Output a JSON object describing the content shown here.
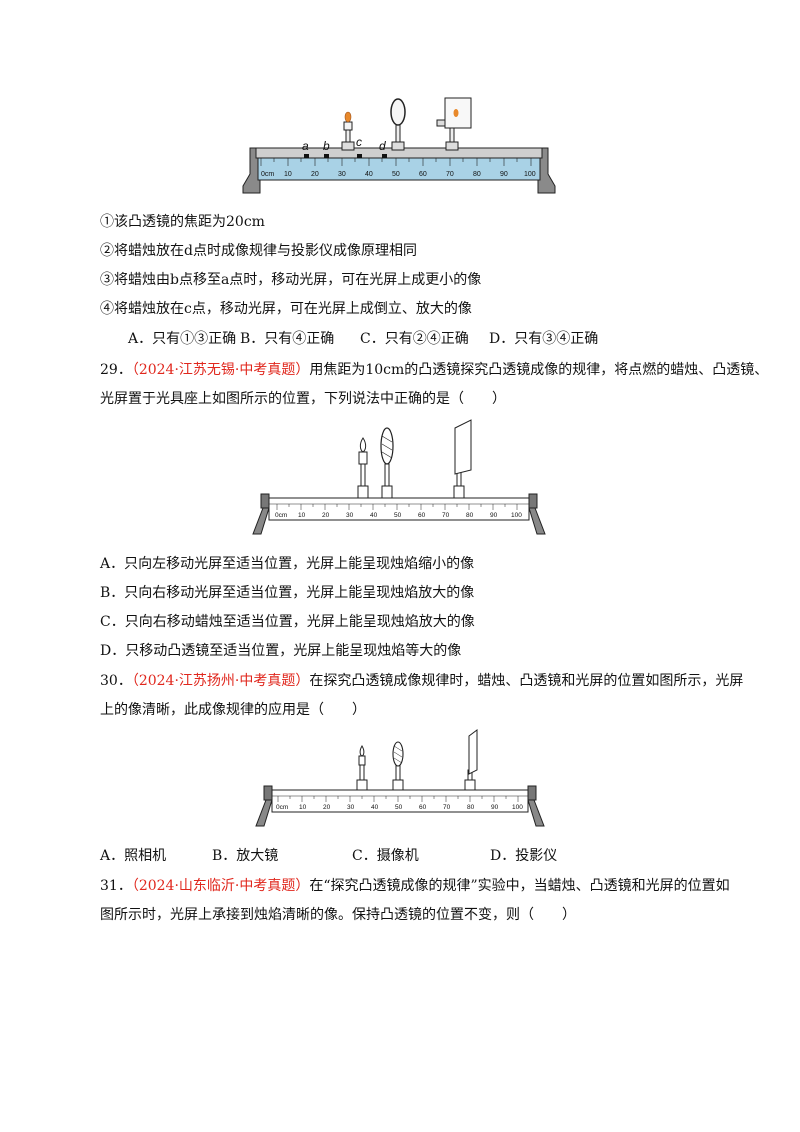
{
  "q28": {
    "figure": {
      "point_labels": [
        "a",
        "b",
        "c",
        "d"
      ],
      "scale_ticks": [
        "0cm",
        "10",
        "20",
        "30",
        "40",
        "50",
        "60",
        "70",
        "80",
        "90",
        "100"
      ]
    },
    "statements": [
      "①该凸透镜的焦距为20cm",
      "②将蜡烛放在d点时成像规律与投影仪成像原理相同",
      "③将蜡烛由b点移至a点时，移动光屏，可在光屏上成更小的像",
      "④将蜡烛放在c点，移动光屏，可在光屏上成倒立、放大的像"
    ],
    "options": [
      "A．只有①③正确",
      "B．只有④正确",
      "C．只有②④正确",
      "D．只有③④正确"
    ]
  },
  "q29": {
    "number": "29．",
    "source": "（2024·江苏无锡·中考真题）",
    "stem_1": "用焦距为10cm的凸透镜探究凸透镜成像的规律，将点燃的蜡烛、凸透镜、",
    "stem_2": "光屏置于光具座上如图所示的位置，下列说法中正确的是（　　）",
    "figure": {
      "scale_ticks": [
        "0cm",
        "10",
        "20",
        "30",
        "40",
        "50",
        "60",
        "70",
        "80",
        "90",
        "100"
      ]
    },
    "options": [
      "A．只向左移动光屏至适当位置，光屏上能呈现烛焰缩小的像",
      "B．只向右移动光屏至适当位置，光屏上能呈现烛焰放大的像",
      "C．只向右移动蜡烛至适当位置，光屏上能呈现烛焰放大的像",
      "D．只移动凸透镜至适当位置，光屏上能呈现烛焰等大的像"
    ]
  },
  "q30": {
    "number": "30．",
    "source": "（2024·江苏扬州·中考真题）",
    "stem_1": "在探究凸透镜成像规律时，蜡烛、凸透镜和光屏的位置如图所示，光屏",
    "stem_2": "上的像清晰，此成像规律的应用是（　　）",
    "figure": {
      "scale_ticks": [
        "0cm",
        "10",
        "20",
        "30",
        "40",
        "50",
        "60",
        "70",
        "80",
        "90",
        "100"
      ]
    },
    "options": [
      "A．照相机",
      "B．放大镜",
      "C．摄像机",
      "D．投影仪"
    ]
  },
  "q31": {
    "number": "31．",
    "source": "（2024·山东临沂·中考真题）",
    "stem_1": "在“探究凸透镜成像的规律”实验中，当蜡烛、凸透镜和光屏的位置如",
    "stem_2": "图所示时，光屏上承接到烛焰清晰的像。保持凸透镜的位置不变，则（　　）"
  }
}
